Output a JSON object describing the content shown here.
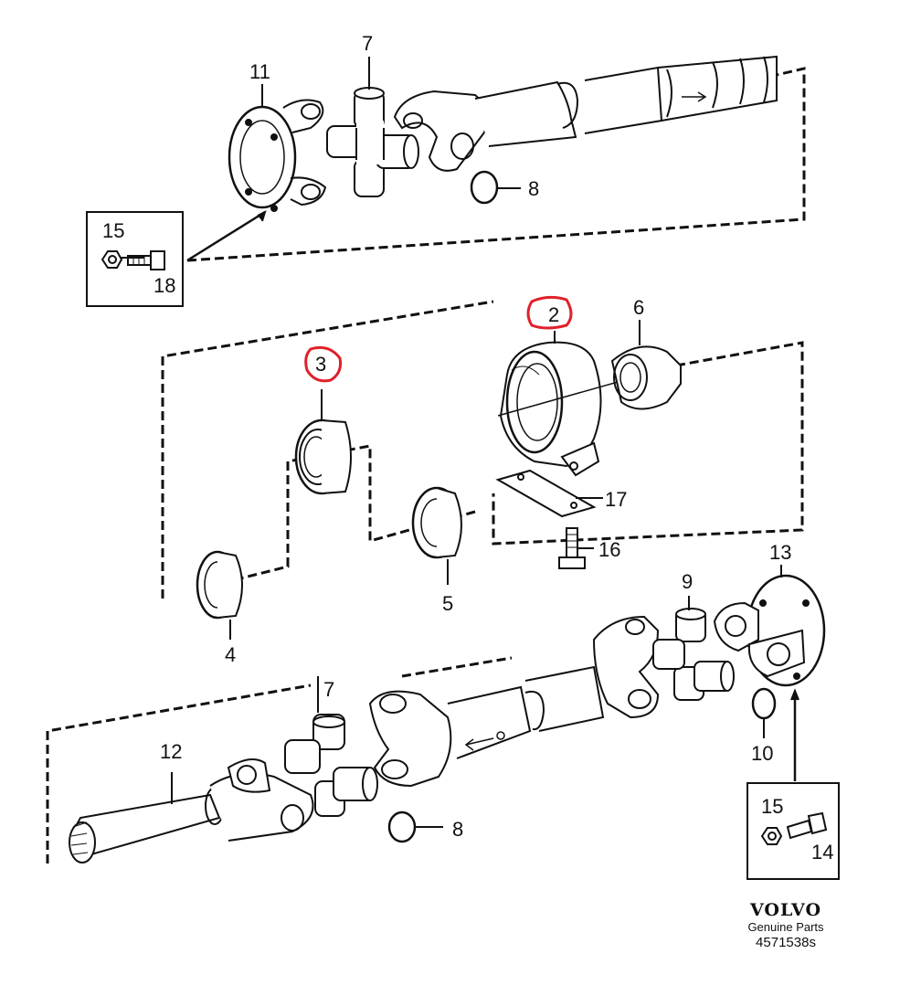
{
  "diagram": {
    "callouts": {
      "c1": "11",
      "c2": "7",
      "c3": "8",
      "c4": "15",
      "c5": "18",
      "c6": "2",
      "c7": "6",
      "c8": "3",
      "c9": "17",
      "c10": "16",
      "c11": "5",
      "c12": "4",
      "c13": "13",
      "c14": "9",
      "c15": "7",
      "c16": "12",
      "c17": "10",
      "c18": "8",
      "c19": "15",
      "c20": "14"
    },
    "highlight_color": "#e0202a",
    "line_color": "#111111"
  },
  "brand": {
    "logo_text": "VOLVO",
    "subtitle": "Genuine Parts",
    "code": "4571538s"
  }
}
